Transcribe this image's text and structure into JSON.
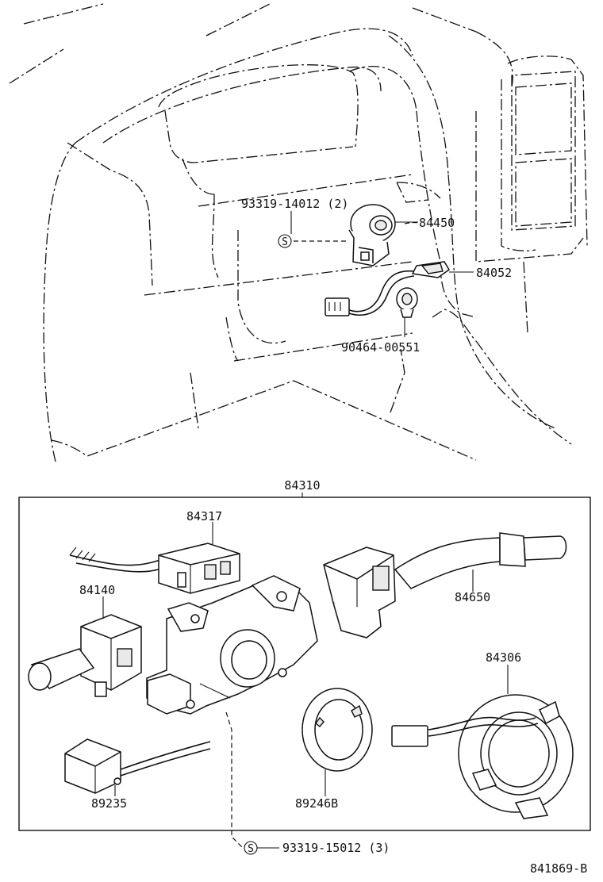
{
  "parts": {
    "screw_upper": "93319-14012 (2)",
    "switch_ignition": "84450",
    "wire_harness": "84052",
    "bulb_socket": "90464-00551",
    "assembly": "84310",
    "turn_switch_module": "84317",
    "headlight_switch": "84140",
    "wiper_switch": "84650",
    "spiral_cable": "84306",
    "switch_bottom": "89235",
    "ring": "89246B",
    "screw_lower": "93319-15012 (3)"
  },
  "symbols": {
    "screw_mark": "S"
  },
  "figure_code": "841869-B"
}
